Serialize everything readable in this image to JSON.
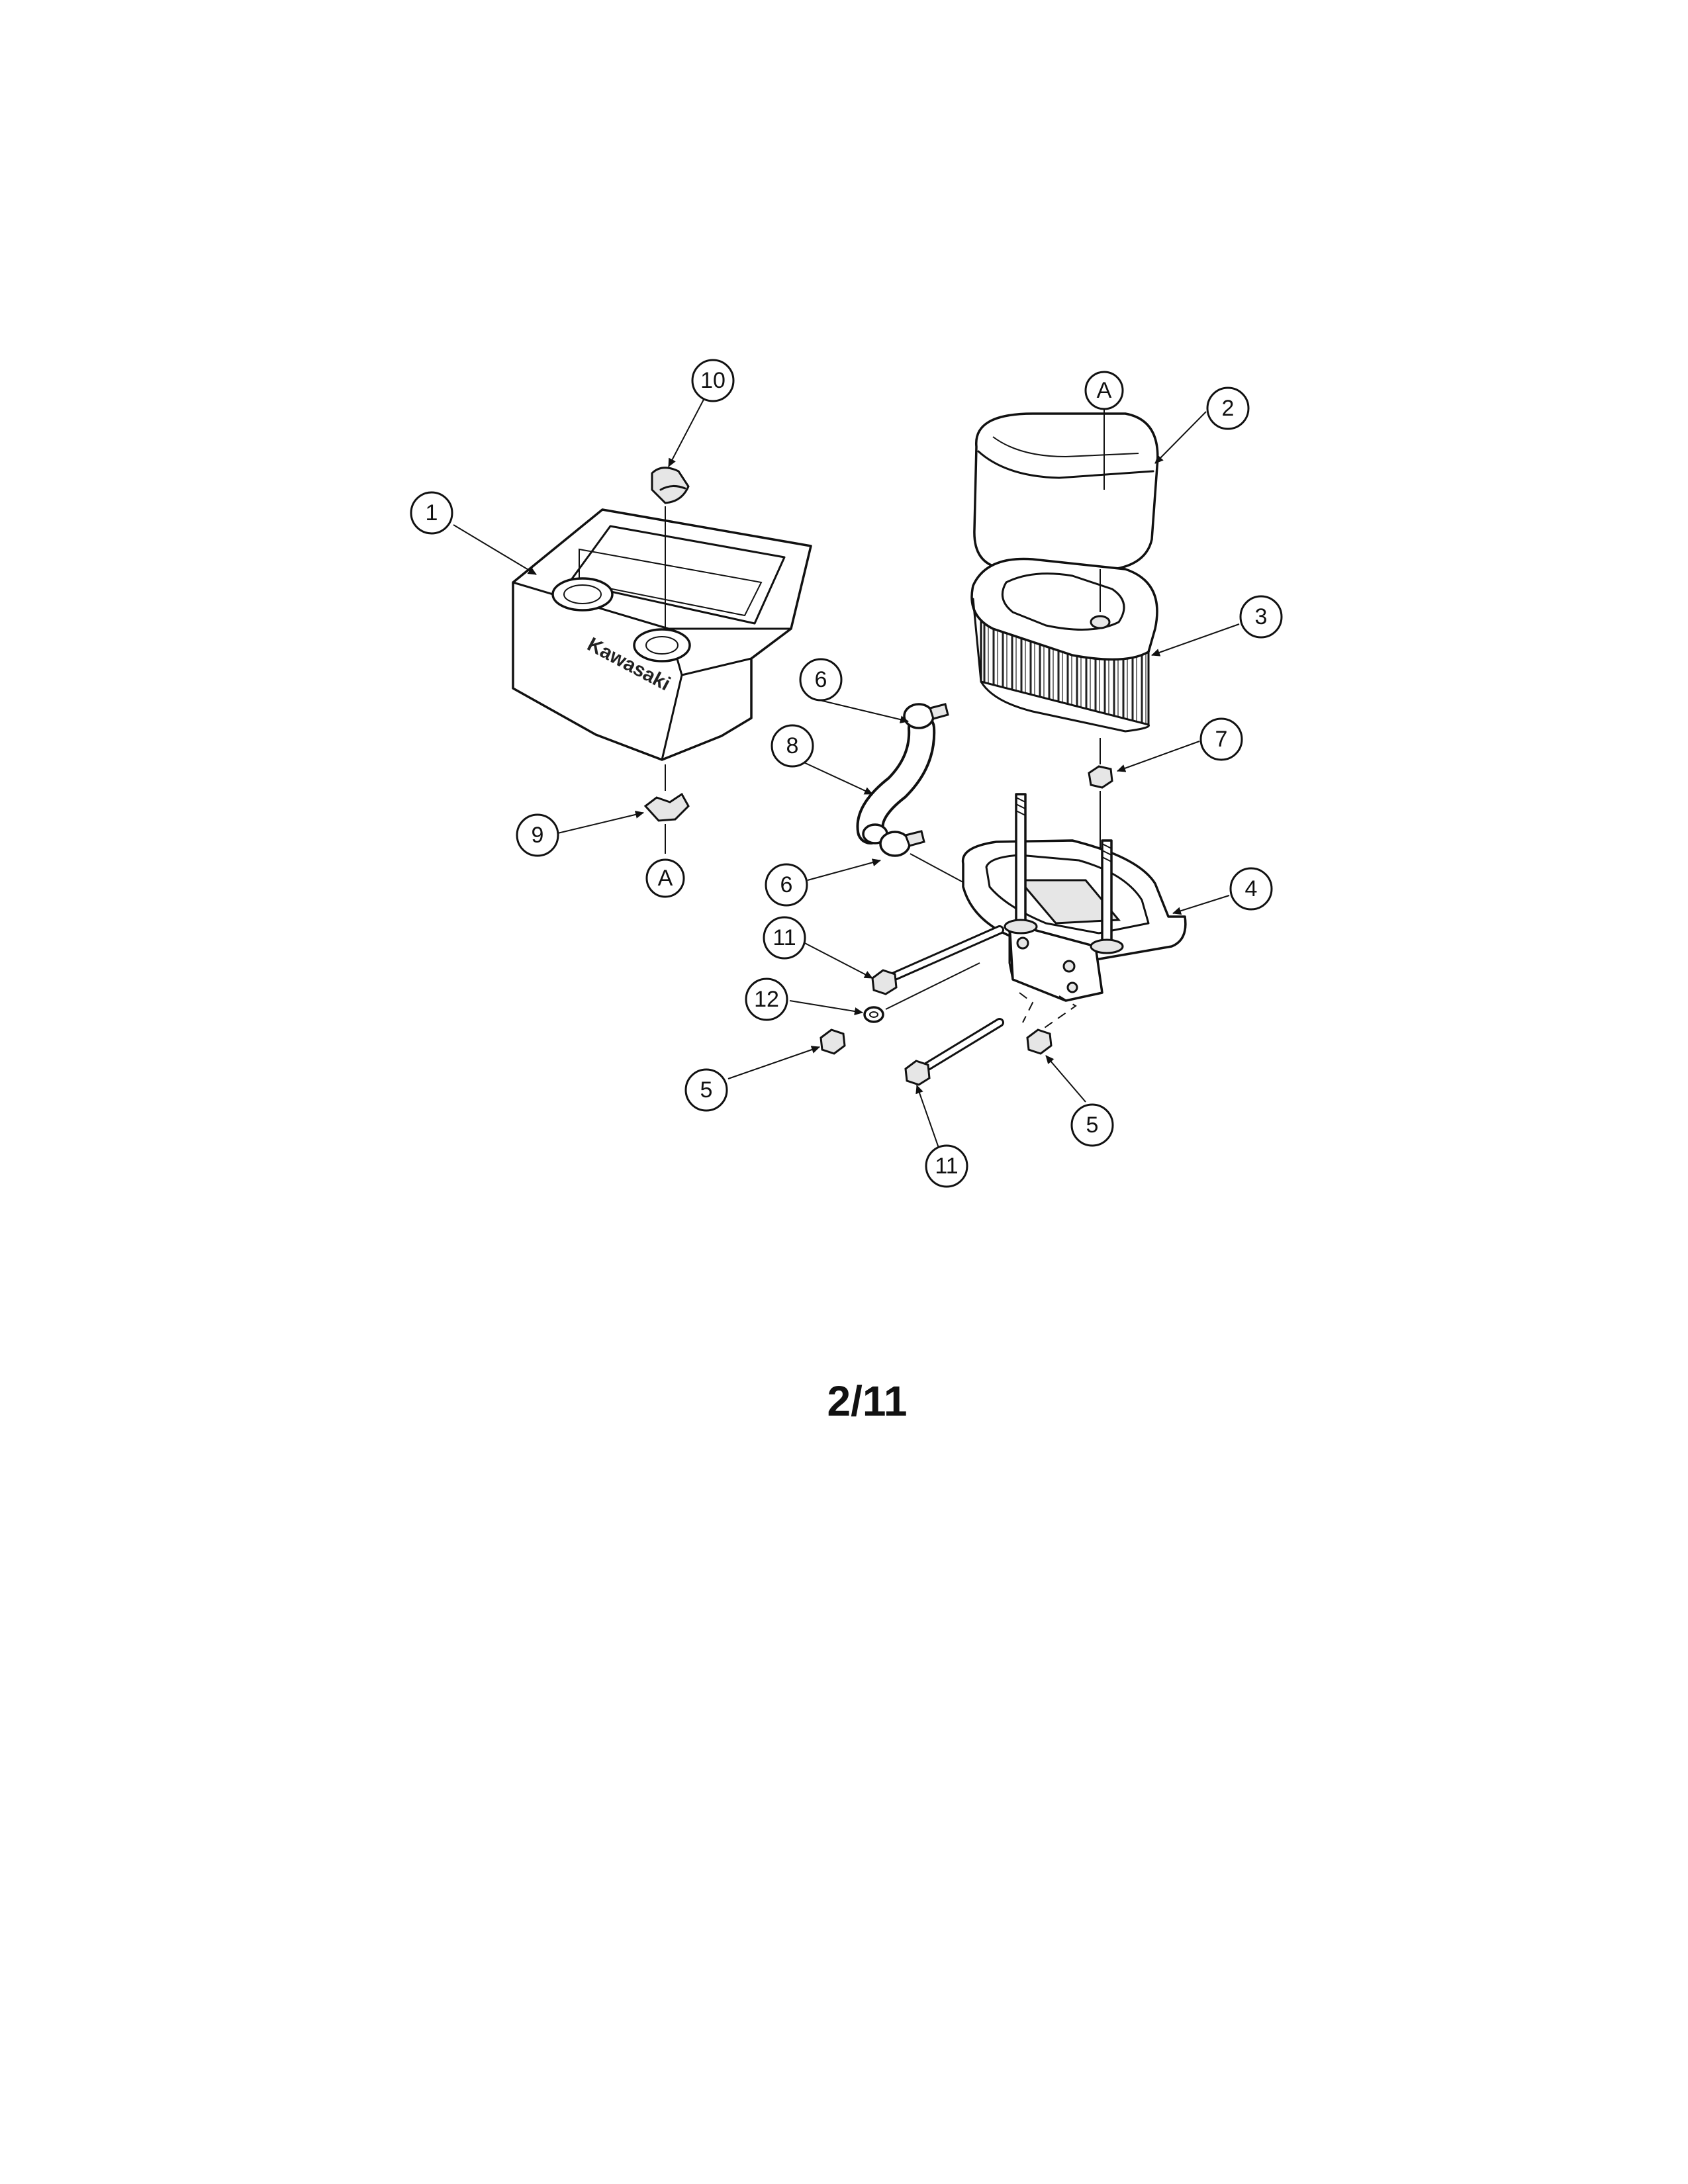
{
  "page_label": "2/11",
  "logo_text": "Kawasaki",
  "callouts": [
    {
      "id": "c1",
      "label": "1"
    },
    {
      "id": "c2",
      "label": "2"
    },
    {
      "id": "c3",
      "label": "3"
    },
    {
      "id": "c4",
      "label": "4"
    },
    {
      "id": "c5a",
      "label": "5"
    },
    {
      "id": "c5b",
      "label": "5"
    },
    {
      "id": "c6a",
      "label": "6"
    },
    {
      "id": "c6b",
      "label": "6"
    },
    {
      "id": "c7",
      "label": "7"
    },
    {
      "id": "c8",
      "label": "8"
    },
    {
      "id": "c9",
      "label": "9"
    },
    {
      "id": "c10",
      "label": "10"
    },
    {
      "id": "c11a",
      "label": "11"
    },
    {
      "id": "c11b",
      "label": "11"
    },
    {
      "id": "c12",
      "label": "12"
    },
    {
      "id": "cAtop",
      "label": "A"
    },
    {
      "id": "cAbot",
      "label": "A"
    }
  ]
}
